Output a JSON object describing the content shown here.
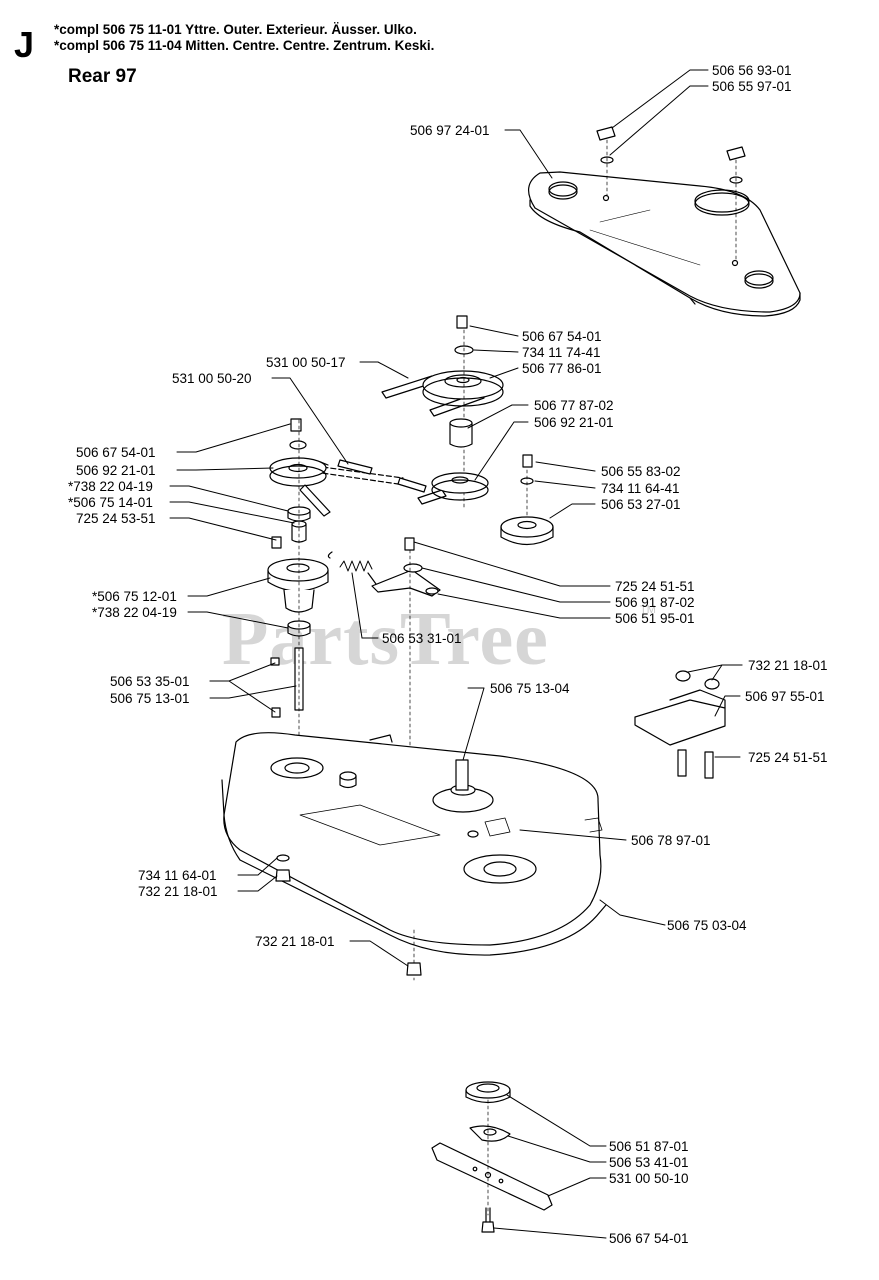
{
  "header": {
    "letter": "J",
    "line1": "*compl 506 75 11-01  Yttre. Outer. Exterieur. Äusser. Ulko.",
    "line2": "*compl 506 75 11-04  Mitten. Centre. Centre. Zentrum. Keski.",
    "subtitle": "Rear 97"
  },
  "watermark": {
    "text": "PartsTree",
    "tm": "TM"
  },
  "parts": [
    {
      "id": "p1",
      "text": "506 56 93-01"
    },
    {
      "id": "p2",
      "text": "506 55 97-01"
    },
    {
      "id": "p3",
      "text": "506 97 24-01"
    },
    {
      "id": "p4",
      "text": "506 67 54-01"
    },
    {
      "id": "p5",
      "text": "734 11 74-41"
    },
    {
      "id": "p6",
      "text": "531 00 50-17"
    },
    {
      "id": "p7",
      "text": "506 77 86-01"
    },
    {
      "id": "p8",
      "text": "531 00 50-20"
    },
    {
      "id": "p9",
      "text": "506 77 87-02"
    },
    {
      "id": "p10",
      "text": "506 92 21-01"
    },
    {
      "id": "p11",
      "text": "506 67 54-01"
    },
    {
      "id": "p12",
      "text": "506 92 21-01"
    },
    {
      "id": "p13",
      "text": "506 55 83-02"
    },
    {
      "id": "p14",
      "text": "*738 22 04-19"
    },
    {
      "id": "p15",
      "text": "734 11 64-41"
    },
    {
      "id": "p16",
      "text": "*506 75 14-01"
    },
    {
      "id": "p17",
      "text": "506 53 27-01"
    },
    {
      "id": "p18",
      "text": "725 24 53-51"
    },
    {
      "id": "p19",
      "text": "725 24 51-51"
    },
    {
      "id": "p20",
      "text": "*506 75 12-01"
    },
    {
      "id": "p21",
      "text": "506 91 87-02"
    },
    {
      "id": "p22",
      "text": "*738 22 04-19"
    },
    {
      "id": "p23",
      "text": "506 51 95-01"
    },
    {
      "id": "p24",
      "text": "506 53 31-01"
    },
    {
      "id": "p25",
      "text": "732 21 18-01"
    },
    {
      "id": "p26",
      "text": "506 53 35-01"
    },
    {
      "id": "p27",
      "text": "506 75 13-04"
    },
    {
      "id": "p28",
      "text": "506 75 13-01"
    },
    {
      "id": "p29",
      "text": "506 97 55-01"
    },
    {
      "id": "p30",
      "text": "725 24 51-51"
    },
    {
      "id": "p31",
      "text": "506 78 97-01"
    },
    {
      "id": "p32",
      "text": "734 11 64-01"
    },
    {
      "id": "p33",
      "text": "732 21 18-01"
    },
    {
      "id": "p34",
      "text": "506 75 03-04"
    },
    {
      "id": "p35",
      "text": "732 21 18-01"
    },
    {
      "id": "p36",
      "text": "506 51 87-01"
    },
    {
      "id": "p37",
      "text": "506 53 41-01"
    },
    {
      "id": "p38",
      "text": "531 00 50-10"
    },
    {
      "id": "p39",
      "text": "506 67 54-01"
    }
  ]
}
